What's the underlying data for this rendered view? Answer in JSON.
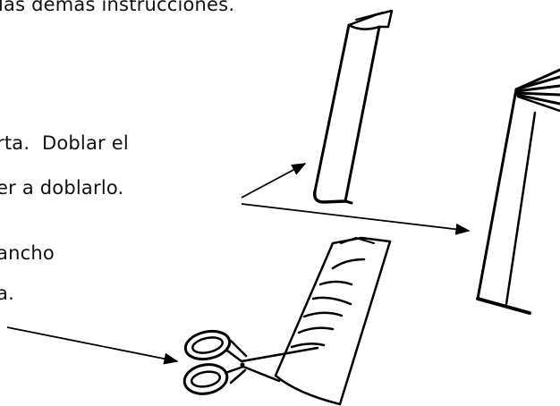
{
  "document": {
    "text_lines": [
      "las demás instrucciones.",
      "rta.  Doblar el",
      "er a doblarlo.",
      "ancho",
      "a."
    ]
  },
  "illustrations": {
    "icons": [
      "folded-paper-icon",
      "folded-fan-paper-icon",
      "cut-paper-strip-icon",
      "scissors-icon",
      "arrow-icon"
    ],
    "stroke_color": "#000000"
  }
}
